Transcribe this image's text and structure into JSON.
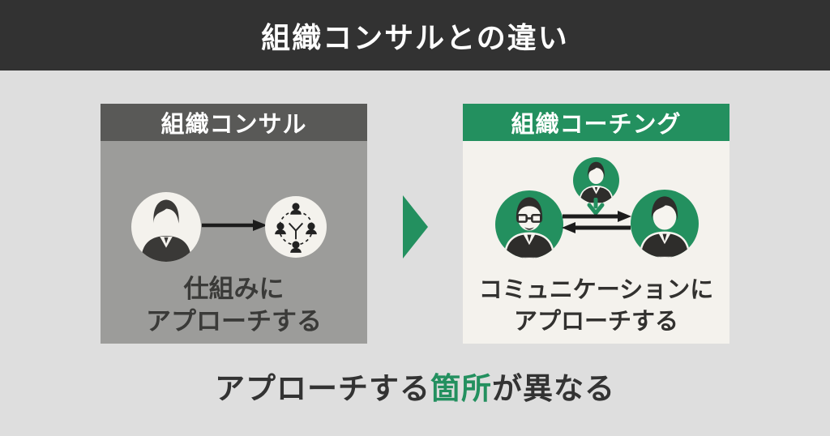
{
  "title": "組織コンサルとの違い",
  "panels": {
    "consult": {
      "header": "組織コンサル",
      "caption_line1": "仕組みに",
      "caption_line2": "アプローチする",
      "icons": [
        "businessman-icon",
        "organization-icon",
        "right-arrow-icon"
      ]
    },
    "coaching": {
      "header": "組織コーチング",
      "caption_line1": "コミュニケーションに",
      "caption_line2": "アプローチする",
      "icons": [
        "coach-icon",
        "manager-glasses-icon",
        "employee-icon",
        "down-arrow-icon",
        "exchange-arrows-icon"
      ]
    }
  },
  "transition": {
    "icon": "green-triangle-arrow-icon"
  },
  "footer": {
    "pre": "アプローチする",
    "highlight": "箇所",
    "post": "が異なる"
  },
  "colors": {
    "accent_green": "#23905f",
    "title_bar": "#323232",
    "consult_header_gray": "#595957",
    "consult_body_gray": "#9c9c9a",
    "coaching_body_offwhite": "#f4f2ed",
    "background": "#dedede",
    "text_dark": "#333333",
    "text_white": "#ffffff",
    "arrow_black": "#1c1c1c"
  }
}
